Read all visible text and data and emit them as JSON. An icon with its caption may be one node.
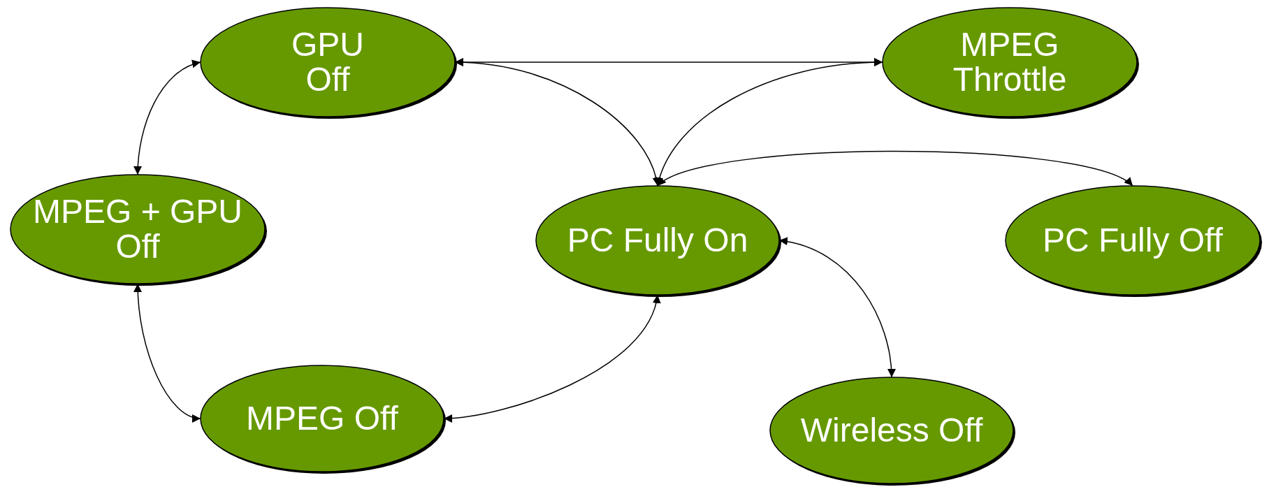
{
  "diagram": {
    "nodes": [
      {
        "text": [
          "GPU Off"
        ]
      },
      {
        "text": [
          "MPEG Throttle"
        ]
      },
      {
        "text": [
          "MPEG + GPU Off"
        ]
      },
      {
        "text": [
          "PC Fully On"
        ]
      },
      {
        "text": [
          "PC Fully Off"
        ]
      },
      {
        "text": [
          "MPEG Off"
        ]
      },
      {
        "text": [
          "Wireless Off"
        ]
      }
    ],
    "edges": [
      {
        "from": 0,
        "to": 1,
        "arrow": "both"
      },
      {
        "from": 0,
        "to": 3,
        "arrow": "both"
      },
      {
        "from": 3,
        "to": 1,
        "arrow": "both"
      },
      {
        "from": 3,
        "to": 4,
        "arrow": "both"
      },
      {
        "from": 3,
        "to": 6,
        "arrow": "both"
      },
      {
        "from": 3,
        "to": 5,
        "arrow": "both"
      },
      {
        "from": 0,
        "to": 2,
        "arrow": "both"
      },
      {
        "from": 2,
        "to": 5,
        "arrow": "both"
      }
    ]
  }
}
